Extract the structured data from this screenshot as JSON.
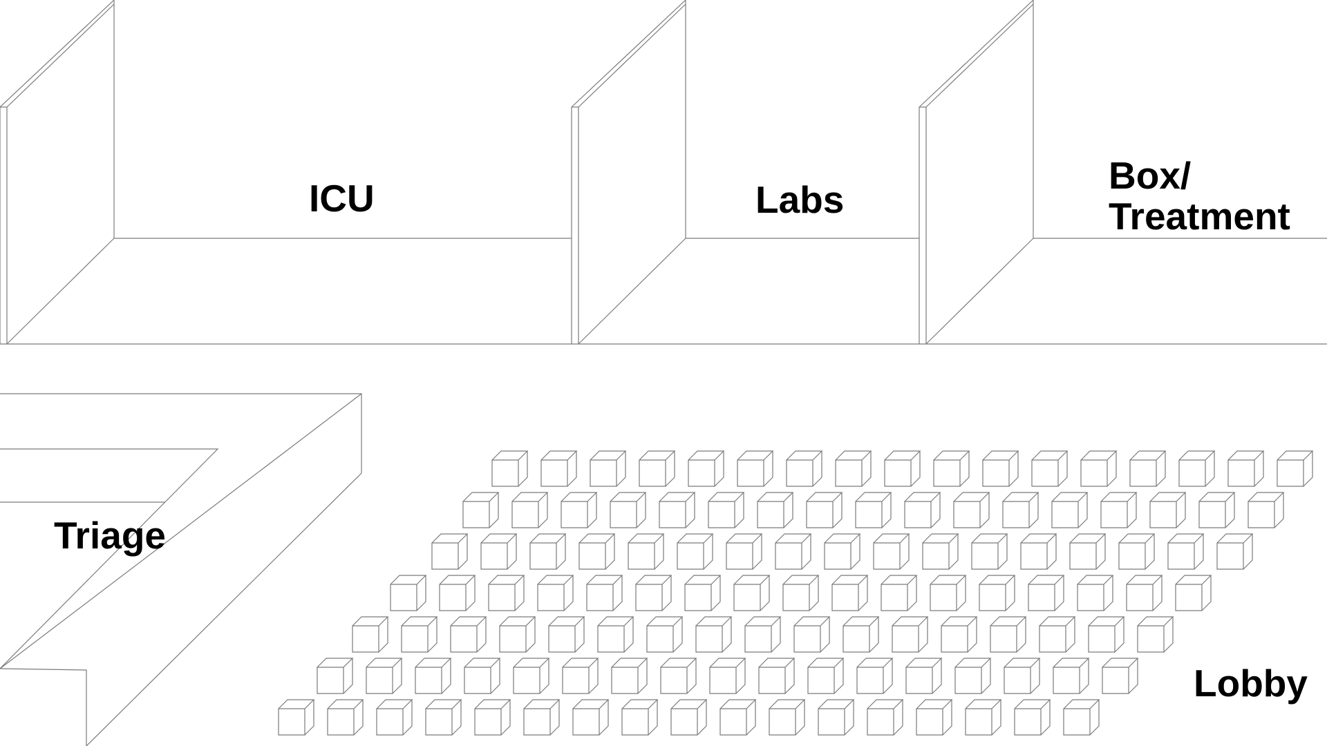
{
  "rooms": {
    "icu": "ICU",
    "labs": "Labs",
    "box_treatment_line1": "Box/",
    "box_treatment_line2": "Treatment",
    "triage": "Triage",
    "lobby": "Lobby"
  },
  "lobby_seating": {
    "rows": [
      17,
      17,
      17,
      17,
      17,
      17,
      17
    ],
    "icon": "cube-seat-icon"
  },
  "colors": {
    "line": "#7a7a7a",
    "label": "#000000",
    "background": "#ffffff"
  }
}
